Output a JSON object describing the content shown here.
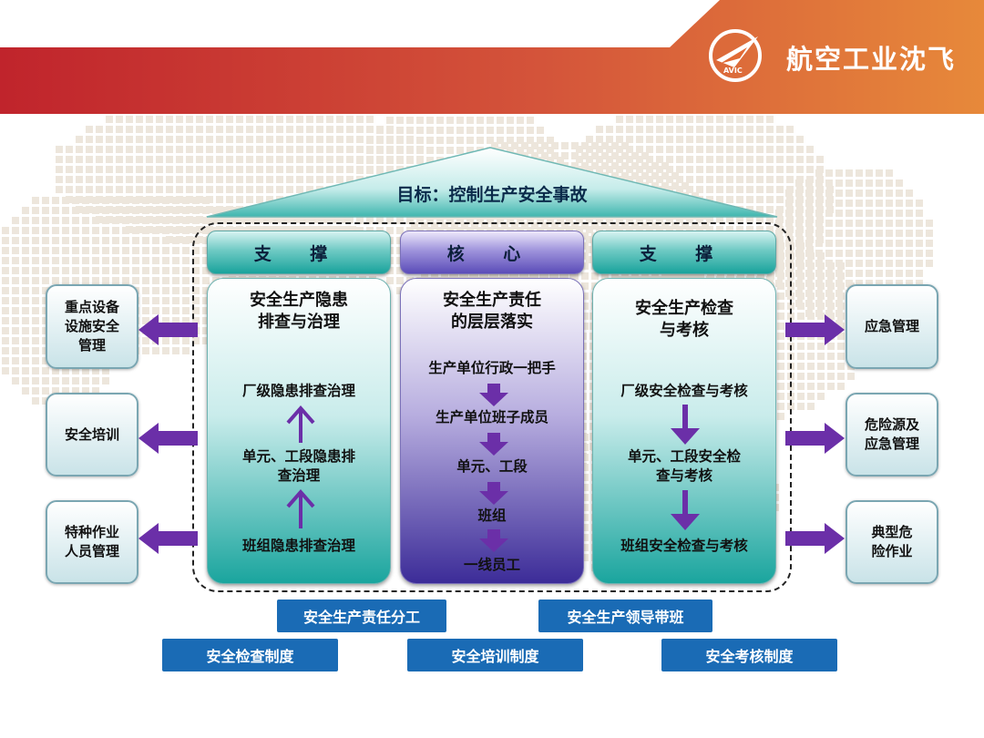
{
  "brand": {
    "name": "航空工业沈飞",
    "logo_small": "AVIC"
  },
  "roof": {
    "text": "目标：控制生产安全事故"
  },
  "columns": [
    {
      "header": "支 撑",
      "title_lines": [
        "安全生产隐患",
        "排查与治理"
      ],
      "items": [
        "厂级隐患排查治理",
        "单元、工段隐患排",
        "查治理",
        "班组隐患排查治理"
      ]
    },
    {
      "header": "核 心",
      "title_lines": [
        "安全生产责任",
        "的层层落实"
      ],
      "items": [
        "生产单位行政一把手",
        "生产单位班子成员",
        "单元、工段",
        "班组",
        "一线员工"
      ]
    },
    {
      "header": "支 撑",
      "title_lines": [
        "安全生产检查",
        "与考核"
      ],
      "items": [
        "厂级安全检查与考核",
        "单元、工段安全检",
        "查与考核",
        "班组安全检查与考核"
      ]
    }
  ],
  "left_boxes": [
    {
      "lines": [
        "重点设备",
        "设施安全",
        "管理"
      ]
    },
    {
      "lines": [
        "安全培训"
      ]
    },
    {
      "lines": [
        "特种作业",
        "人员管理"
      ]
    }
  ],
  "right_boxes": [
    {
      "lines": [
        "应急管理"
      ]
    },
    {
      "lines": [
        "危险源及",
        "应急管理"
      ]
    },
    {
      "lines": [
        "典型危",
        "险作业"
      ]
    }
  ],
  "foundation_row1": [
    "安全生产责任分工",
    "安全生产领导带班"
  ],
  "foundation_row2": [
    "安全检查制度",
    "安全培训制度",
    "安全考核制度"
  ],
  "colors": {
    "banner_start": "#c0242c",
    "banner_end": "#e7893a",
    "teal": "#1aa59e",
    "purple": "#5b4cb8",
    "arrow": "#6b2fa8",
    "button": "#1a6bb5"
  }
}
